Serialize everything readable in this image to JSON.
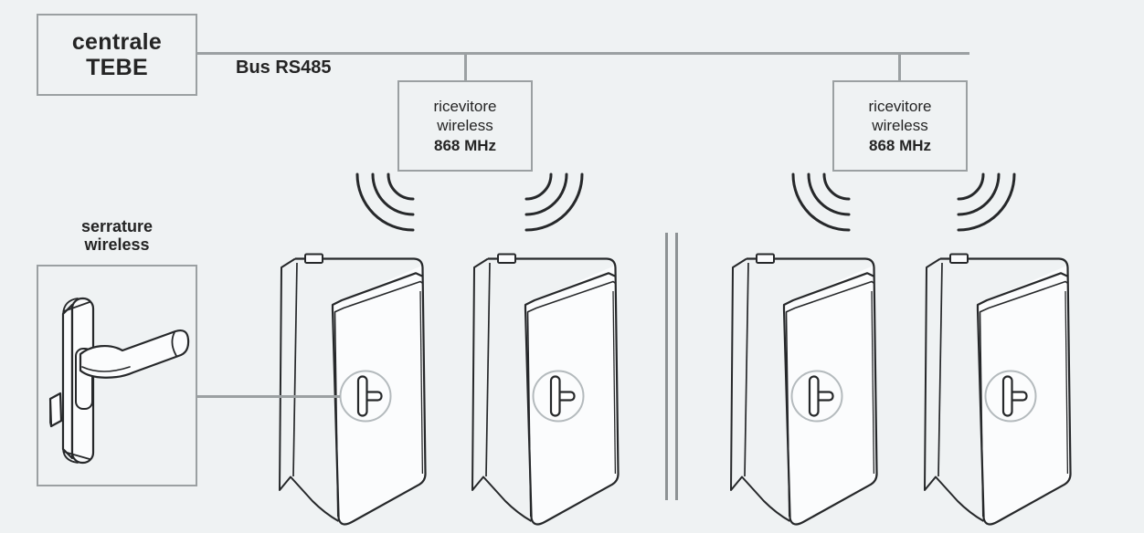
{
  "diagram": {
    "centrale_box": {
      "line1": "centrale",
      "line2": "TEBE"
    },
    "bus": {
      "label": "Bus RS485"
    },
    "receivers": [
      {
        "line1": "ricevitore",
        "line2": "wireless",
        "line3": "868 MHz"
      },
      {
        "line1": "ricevitore",
        "line2": "wireless",
        "line3": "868 MHz"
      }
    ],
    "serrature": {
      "label_line1": "serrature",
      "label_line2": "wireless"
    },
    "doors": {
      "count": 4
    },
    "colors": {
      "background": "#eff2f3",
      "box_border": "#9ba0a2",
      "text": "#242424",
      "artwork_stroke": "#26282a",
      "divider": "#8d9294",
      "lock_circle": "#b4babd",
      "connector_line": "#9ba0a2",
      "door_fill": "#fbfcfd"
    }
  }
}
